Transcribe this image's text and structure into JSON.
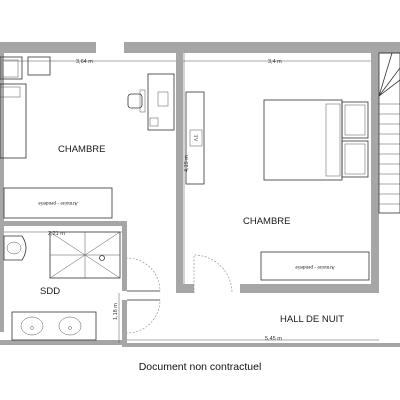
{
  "rooms": {
    "chambre_left": "CHAMBRE",
    "chambre_right": "CHAMBRE",
    "sdd": "SDD",
    "hall": "HALL DE NUIT"
  },
  "dimensions": {
    "top_left": "3,64 m",
    "top_right": "3,4 m",
    "vertical_right": "4,19 m",
    "sdd_top": "2,21 m",
    "hall_left": "1,18 m",
    "hall_bottom": "5,45 m"
  },
  "furniture": {
    "wardrobe_left": "Armoire - penderie",
    "wardrobe_right": "Armoire - penderie",
    "tv": "TV"
  },
  "caption": "Document non contractuel",
  "colors": {
    "wall": "#a6a6a6",
    "line": "#333333",
    "background": "#ffffff"
  }
}
